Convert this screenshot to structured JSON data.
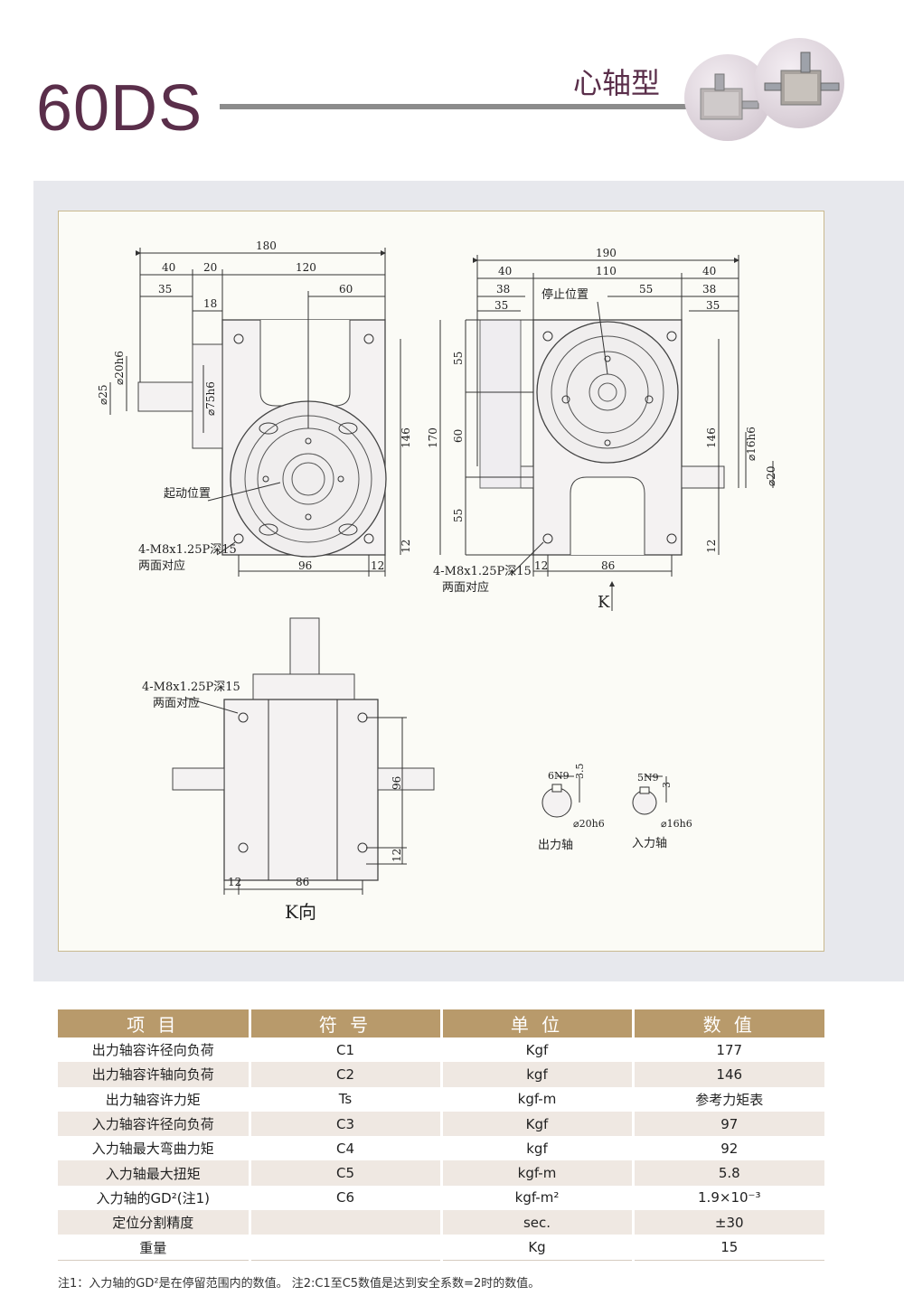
{
  "header": {
    "model": "60DS",
    "type_label": "心轴型"
  },
  "drawing": {
    "front_view": {
      "dims": [
        "180",
        "40",
        "20",
        "120",
        "35",
        "18",
        "60",
        "⌀20h6",
        "⌀25",
        "⌀75h6",
        "146",
        "96",
        "12",
        "12"
      ],
      "start_position_label": "起动位置",
      "hole_spec": "4-M8x1.25P深15",
      "hole_note": "两面对应"
    },
    "side_view": {
      "dims": [
        "190",
        "40",
        "110",
        "40",
        "38",
        "38",
        "35",
        "35",
        "55",
        "55",
        "60",
        "55",
        "170",
        "146",
        "⌀16h6",
        "⌀20",
        "12",
        "86",
        "12"
      ],
      "stop_position_label": "停止位置",
      "hole_spec": "4-M8x1.25P深15",
      "hole_note": "两面对应",
      "view_arrow": "K"
    },
    "k_view": {
      "hole_spec": "4-M8x1.25P深15",
      "hole_note": "两面对应",
      "dims": [
        "96",
        "12",
        "12",
        "86"
      ],
      "caption": "K向"
    },
    "keyways": {
      "output": {
        "key": "6N9",
        "depth": "3.5",
        "dia": "⌀20h6",
        "label": "出力轴"
      },
      "input": {
        "key": "5N9",
        "depth": "3",
        "dia": "⌀16h6",
        "label": "入力轴"
      }
    }
  },
  "table": {
    "headers": [
      "项 目",
      "符 号",
      "单 位",
      "数 值"
    ],
    "rows": [
      [
        "出力轴容许径向负荷",
        "C1",
        "Kgf",
        "177"
      ],
      [
        "出力轴容许轴向负荷",
        "C2",
        "kgf",
        "146"
      ],
      [
        "出力轴容许力矩",
        "Ts",
        "kgf-m",
        "参考力矩表"
      ],
      [
        "入力轴容许径向负荷",
        "C3",
        "Kgf",
        "97"
      ],
      [
        "入力轴最大弯曲力矩",
        "C4",
        "kgf",
        "92"
      ],
      [
        "入力轴最大扭矩",
        "C5",
        "kgf-m",
        "5.8"
      ],
      [
        "入力轴的GD²(注1)",
        "C6",
        "kgf-m²",
        "1.9×10⁻³"
      ],
      [
        "定位分割精度",
        "",
        "sec.",
        "±30"
      ],
      [
        "重量",
        "",
        "Kg",
        "15"
      ]
    ]
  },
  "footnote": "注1：入力轴的GD²是在停留范围内的数值。  注2:C1至C5数值是达到安全系数=2时的数值。",
  "colors": {
    "title": "#5a2e4a",
    "table_header": "#b89a6b",
    "row_shade": "#efe8e2",
    "band": "#e7e8ed"
  }
}
